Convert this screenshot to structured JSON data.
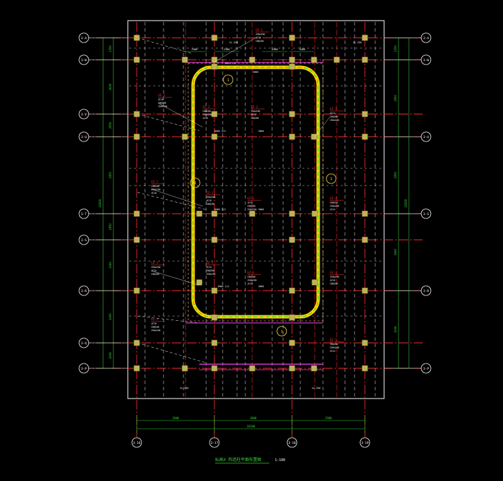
{
  "drawing": {
    "title": "标高X 构造柱平面布置图",
    "scale": "1:100",
    "colors": {
      "background": "#000000",
      "frame": "#ffffff",
      "axis": "#ff2a2a",
      "dashed": "#ffffff",
      "column": "#c8b25a",
      "ring": "#ffd200",
      "ring_inner": "#2fd12f",
      "dim": "#3bd13b",
      "label_red": "#ff3030",
      "label_white": "#ffffff",
      "magenta": "#ff40ff",
      "yellow": "#ffe14a"
    }
  },
  "axes": {
    "left_bubbles": [
      "3-A",
      "3-W",
      "3-V",
      "3-U",
      "3-T",
      "3-S",
      "3-R",
      "3-Q",
      "3-P"
    ],
    "right_bubbles": [
      "3-A",
      "3-W",
      "3-U",
      "3-S",
      "3-R",
      "3-P"
    ],
    "bottom_bubbles": [
      "3-16",
      "3-17",
      "3-18",
      "3-19"
    ]
  },
  "dimensions": {
    "left_segments": [
      "2350",
      "3600",
      "2850",
      "2850",
      "2850",
      "3200",
      "3200",
      "2000"
    ],
    "left_total": "24300",
    "right_segments": [
      "2350",
      "2850",
      "2850",
      "3600",
      "3200"
    ],
    "right_total": "24300",
    "bottom_segments": [
      "2800",
      "3800",
      "3500"
    ],
    "bottom_total": "10100",
    "top_small": [
      "2400",
      "2400",
      "2400",
      "2400"
    ],
    "ring_labels": [
      "3H05 1/2",
      "3H05",
      "3H05 1/2",
      "3H05",
      "3H05 1/2",
      "3H05",
      "3H05 1/2",
      "3H05"
    ]
  },
  "callouts": {
    "red": [
      "GZ-1",
      "GZ-2",
      "GZ-2",
      "GZ-3",
      "GZ-2",
      "GZ-1",
      "GZ-1",
      "GZ-2",
      "GZ-4",
      "GZ-3",
      "GZ-5",
      "GZ-1",
      "GZ-2",
      "GZ-3",
      "GZ-1"
    ],
    "white": [
      "250x250",
      "4C16",
      "C8@100",
      "250x250",
      "4C14",
      "C8@200"
    ],
    "markers": [
      "1",
      "1",
      "1",
      "1"
    ],
    "small_green": [
      "2L-250",
      "2L-250",
      "2L-250",
      "2L-250"
    ]
  }
}
